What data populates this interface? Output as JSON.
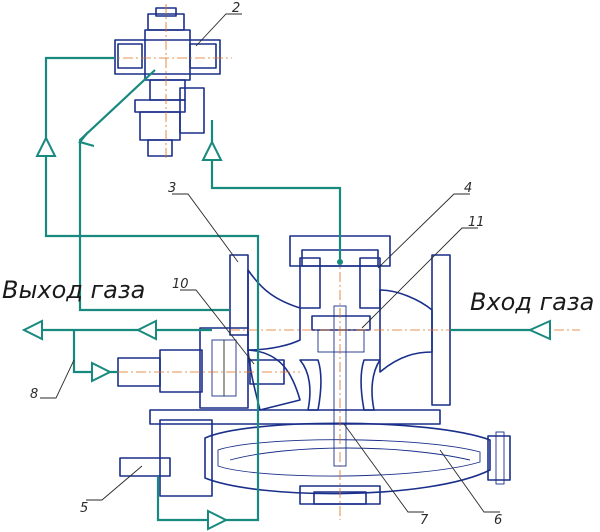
{
  "labels": {
    "gas_outlet": "Выход газа",
    "gas_inlet": "Вход газа"
  },
  "callouts": {
    "c2": "2",
    "c3": "3",
    "c4": "4",
    "c5": "5",
    "c6": "6",
    "c7": "7",
    "c8": "8",
    "c10": "10",
    "c11": "11"
  },
  "colors": {
    "body_outline": "#1a2f8a",
    "impulse_line": "#17897e",
    "center_line": "#e0701e"
  }
}
